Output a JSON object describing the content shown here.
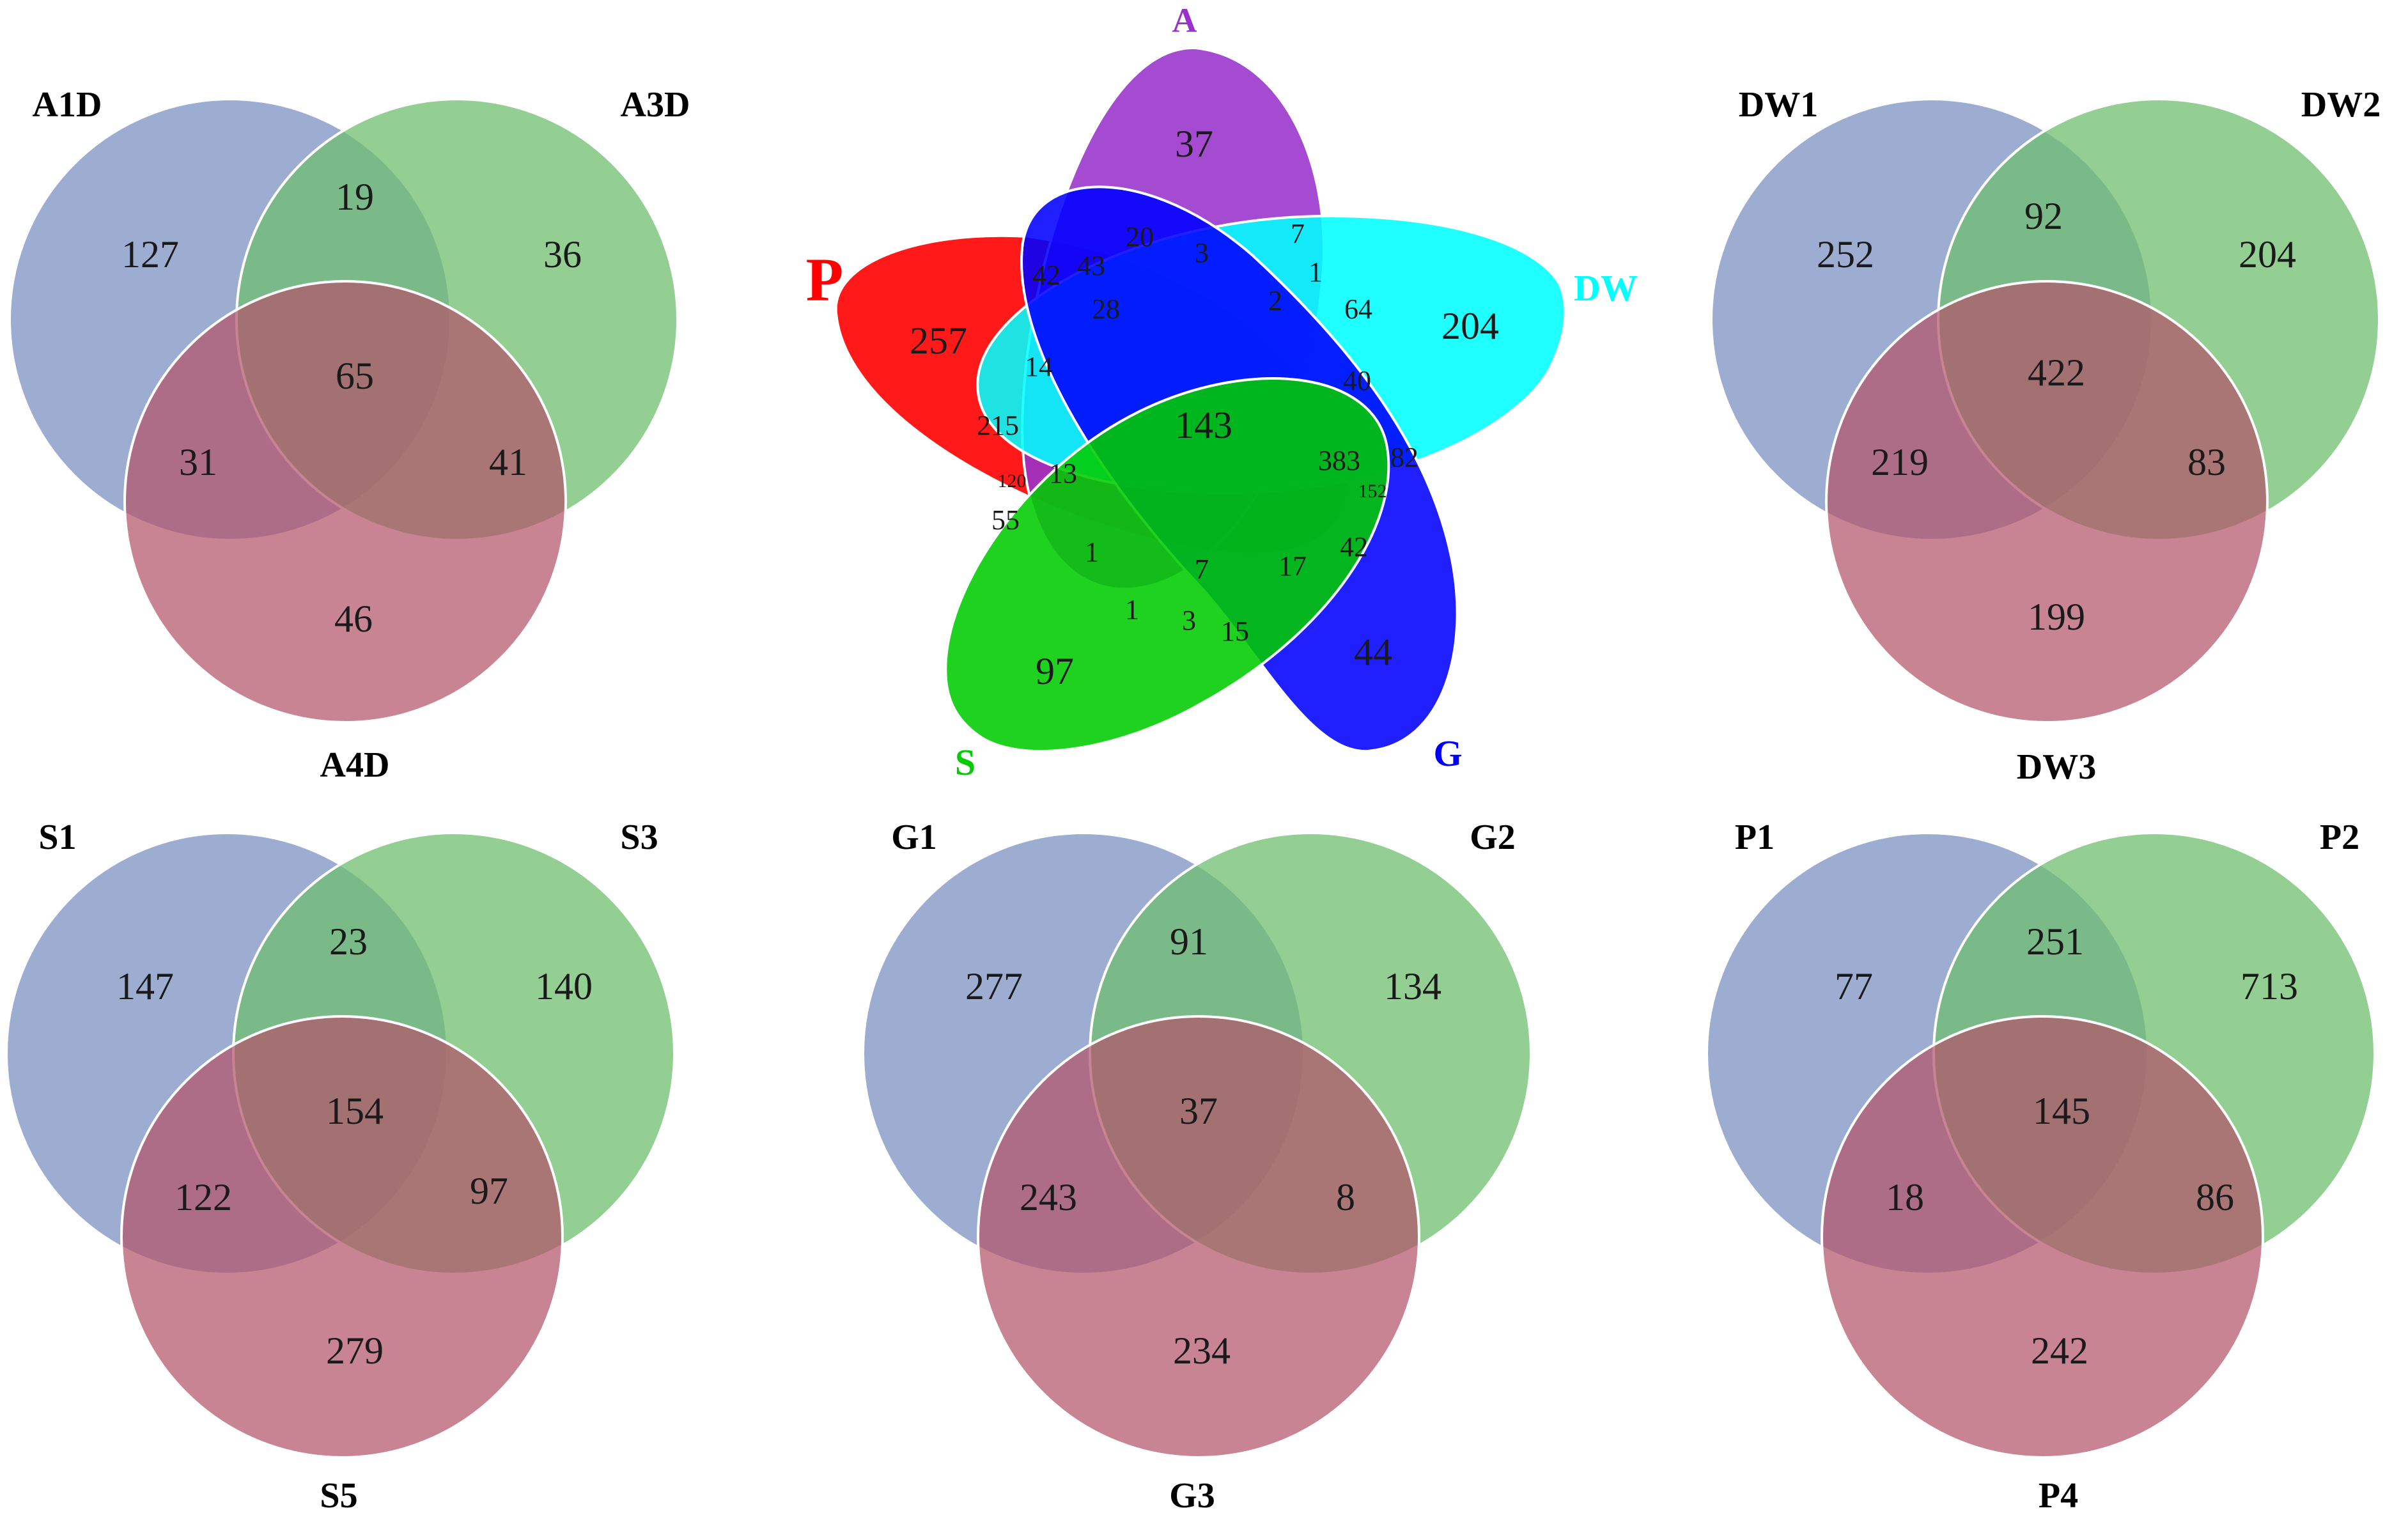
{
  "colors": {
    "three_set": [
      "#8497C6",
      "#6FBD6F",
      "#B35569"
    ],
    "five_set": {
      "A": "#9932CC",
      "DW": "#00FFFF",
      "G": "#0000FF",
      "S": "#00CC00",
      "P": "#FF0000"
    }
  },
  "venn3": [
    {
      "id": "a",
      "labels": [
        "A1D",
        "A3D",
        "A4D"
      ],
      "regions": {
        "only1": "127",
        "only2": "36",
        "only3": "46",
        "r12": "19",
        "r13": "31",
        "r23": "41",
        "r123": "65"
      }
    },
    {
      "id": "dw",
      "labels": [
        "DW1",
        "DW2",
        "DW3"
      ],
      "regions": {
        "only1": "252",
        "only2": "204",
        "only3": "199",
        "r12": "92",
        "r13": "219",
        "r23": "83",
        "r123": "422"
      }
    },
    {
      "id": "s",
      "labels": [
        "S1",
        "S3",
        "S5"
      ],
      "regions": {
        "only1": "147",
        "only2": "140",
        "only3": "279",
        "r12": "23",
        "r13": "122",
        "r23": "97",
        "r123": "154"
      }
    },
    {
      "id": "g",
      "labels": [
        "G1",
        "G2",
        "G3"
      ],
      "regions": {
        "only1": "277",
        "only2": "134",
        "only3": "234",
        "r12": "91",
        "r13": "243",
        "r23": "8",
        "r123": "37"
      }
    },
    {
      "id": "p",
      "labels": [
        "P1",
        "P2",
        "P4"
      ],
      "regions": {
        "only1": "77",
        "only2": "713",
        "only3": "242",
        "r12": "251",
        "r13": "18",
        "r23": "86",
        "r123": "145"
      }
    }
  ],
  "venn5": {
    "labels": {
      "A": "A",
      "DW": "DW",
      "G": "G",
      "S": "S",
      "P": "P"
    },
    "regions": [
      "37",
      "204",
      "44",
      "97",
      "257",
      "20",
      "3",
      "7",
      "1",
      "64",
      "40",
      "82",
      "152",
      "42",
      "17",
      "15",
      "3",
      "7",
      "1",
      "1",
      "55",
      "120",
      "13",
      "215",
      "14",
      "42",
      "43",
      "28",
      "2",
      "383",
      "143"
    ]
  }
}
